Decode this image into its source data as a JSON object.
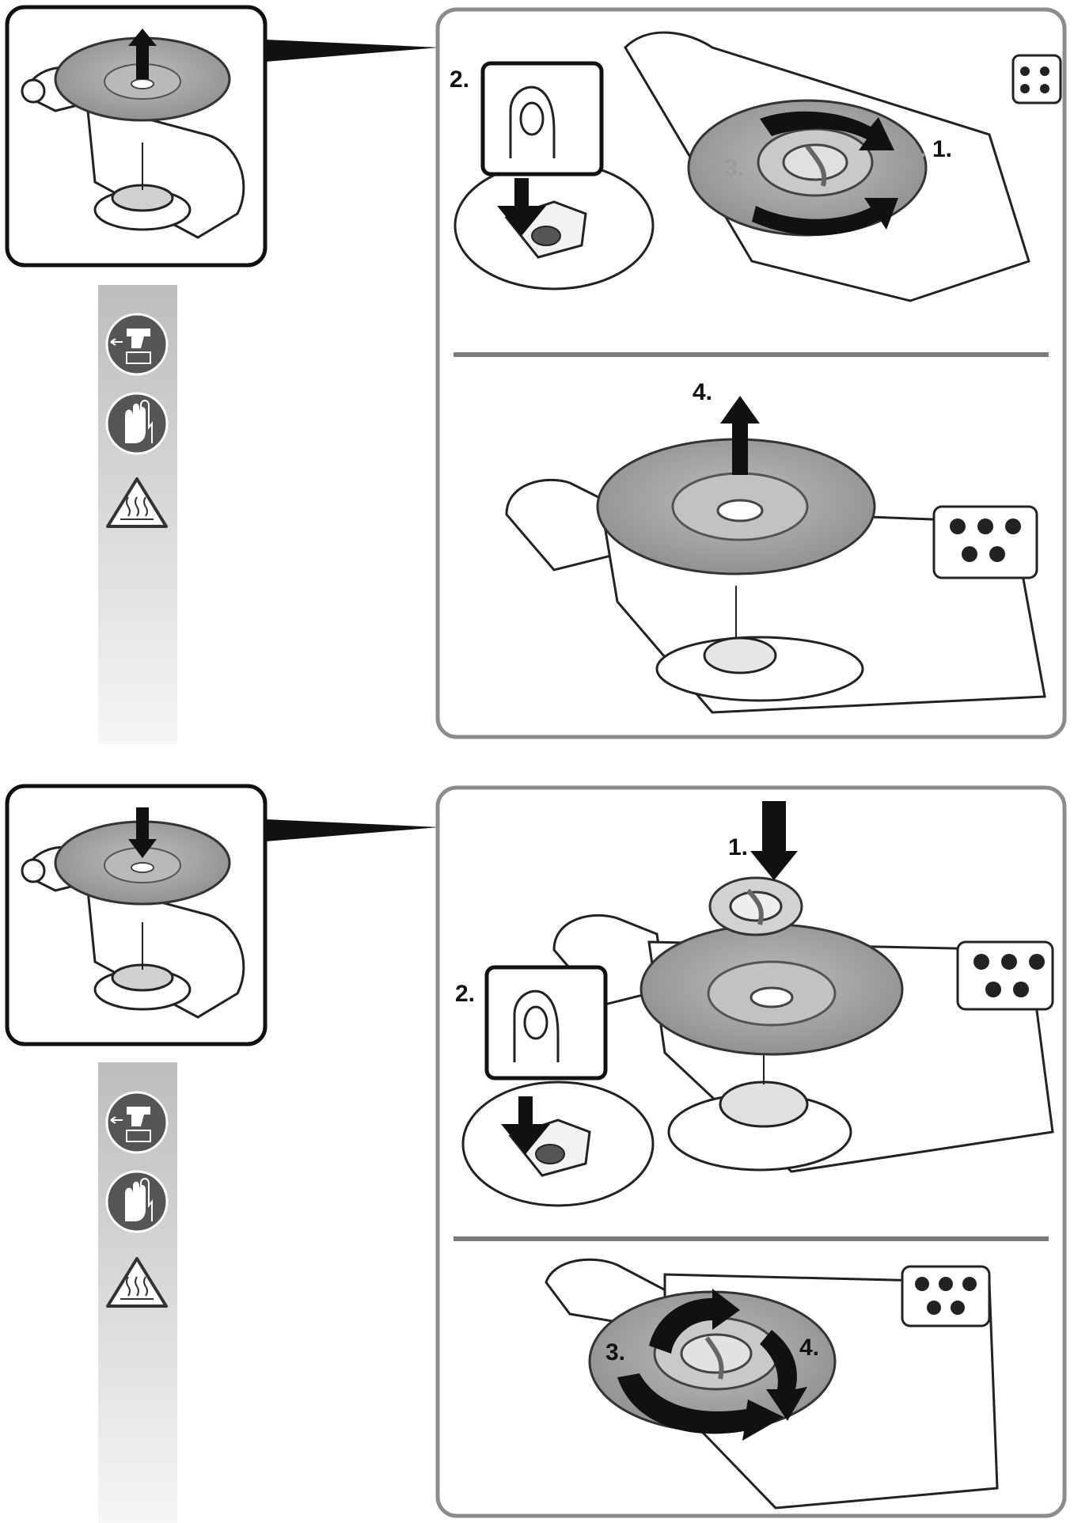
{
  "section_remove": {
    "step_1": "1.",
    "step_1_ghost": "1.",
    "step_2": "2.",
    "step_3": "3.",
    "step_4": "4."
  },
  "section_mount": {
    "step_1": "1.",
    "step_2": "2.",
    "step_3": "3.",
    "step_4": "4."
  },
  "icons": [
    "disconnect-battery-icon",
    "wear-gloves-icon",
    "hot-surface-warning-icon"
  ],
  "colors": {
    "ink": "#111111",
    "frame": "#8c8c8c",
    "disc": "#9d9d9d",
    "sidebar": "#c9c9c9"
  }
}
